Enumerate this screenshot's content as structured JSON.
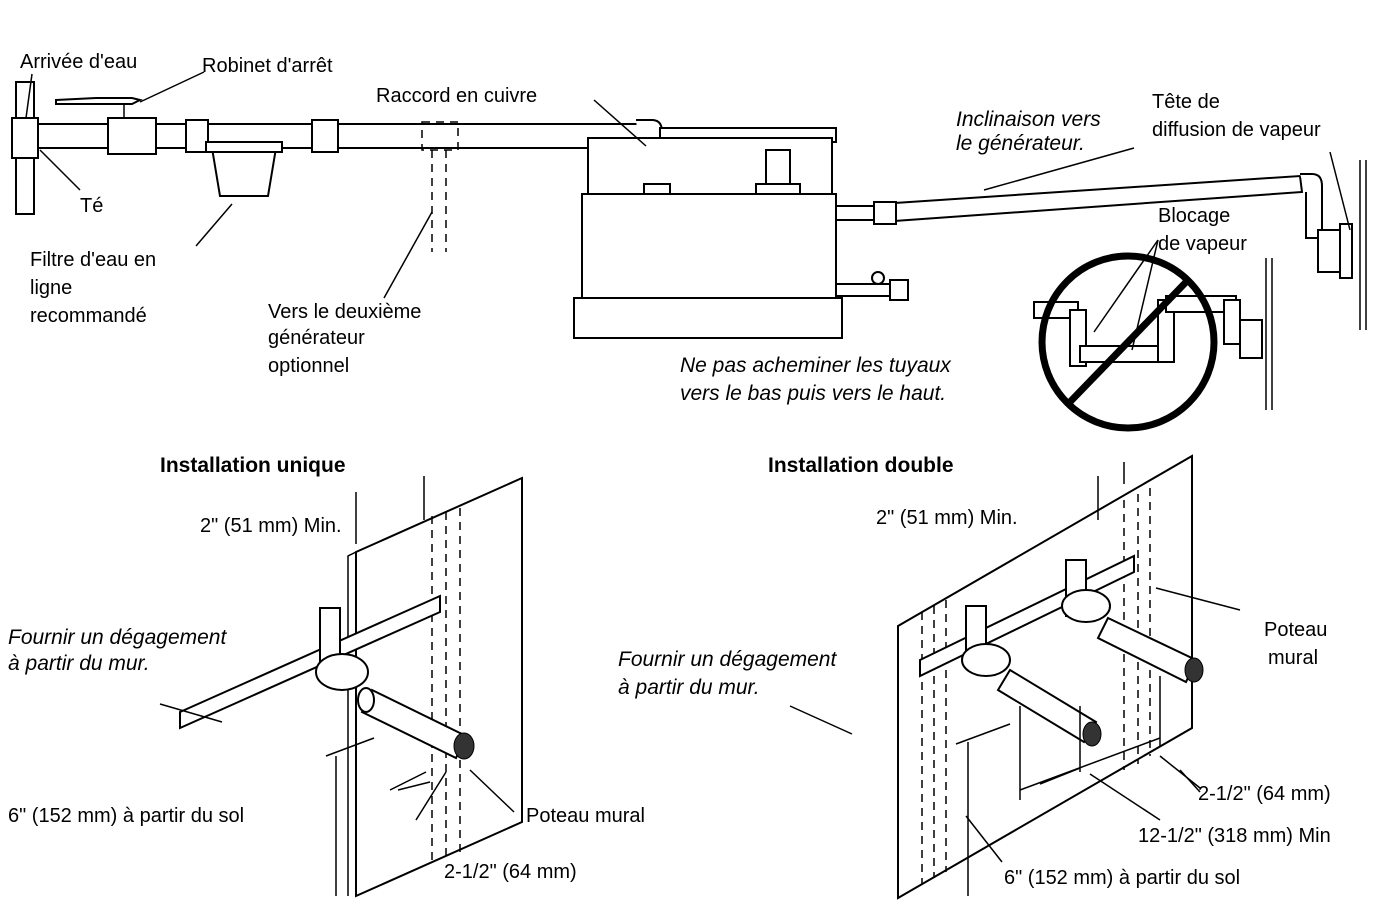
{
  "top": {
    "water_inlet": "Arrivée d'eau",
    "shutoff_valve": "Robinet d'arrêt",
    "tee": "Té",
    "filter_line1": "Filtre d'eau en",
    "filter_line2": "ligne",
    "filter_line3": "recommandé",
    "second_gen_line1": "Vers le deuxième",
    "second_gen_line2": "générateur",
    "second_gen_line3": "optionnel",
    "copper_fitting": "Raccord en cuivre",
    "slope_line1": "Inclinaison vers",
    "slope_line2": "le générateur.",
    "steam_head_line1": "Tête de",
    "steam_head_line2": "diffusion de vapeur",
    "steam_block_line1": "Blocage",
    "steam_block_line2": "de vapeur",
    "warning_line1": "Ne pas acheminer les tuyaux",
    "warning_line2": "vers le bas puis vers le haut."
  },
  "single": {
    "title": "Installation unique",
    "min_clearance": "2\" (51 mm) Min.",
    "wall_note_line1": "Fournir un dégagement",
    "wall_note_line2": "à partir du mur.",
    "floor_height": "6\" (152 mm) à partir du sol",
    "stud_label": "Poteau mural",
    "stud_offset": "2-1/2\" (64 mm)"
  },
  "double": {
    "title": "Installation double",
    "min_clearance": "2\" (51 mm) Min.",
    "wall_note_line1": "Fournir un dégagement",
    "wall_note_line2": "à partir du mur.",
    "stud_line1": "Poteau",
    "stud_line2": "mural",
    "stud_offset": "2-1/2\" (64 mm)",
    "spacing": "12-1/2\" (318 mm) Min",
    "floor_height": "6\" (152 mm) à partir du sol"
  }
}
